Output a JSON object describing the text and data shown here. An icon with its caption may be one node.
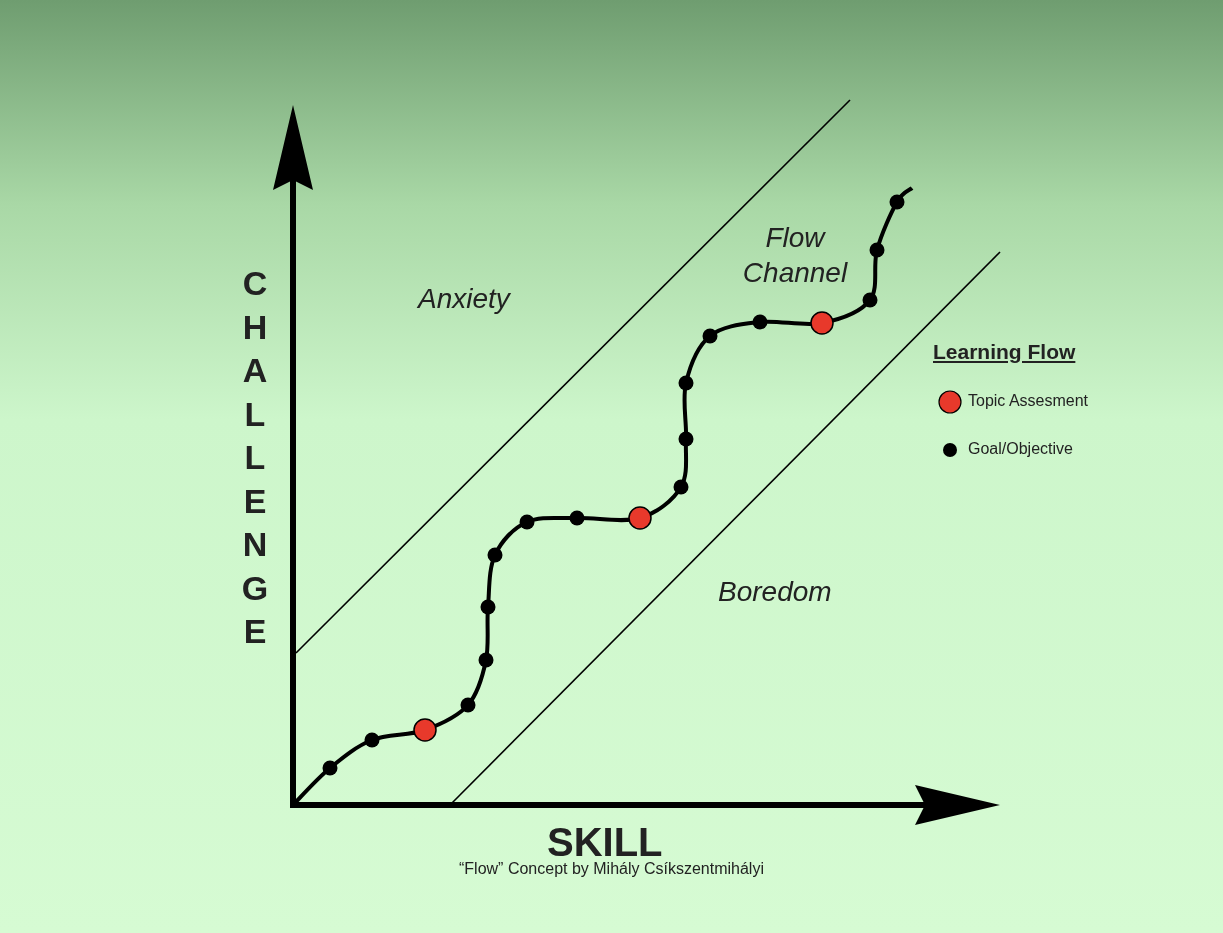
{
  "diagram": {
    "caption": "“Flow” Concept by Mihály Csíkszentmihályi",
    "labels": [
      "CHALLENGE",
      "SKILL",
      "Anxiety",
      "Flow Channel",
      "Boredom",
      "Learning Flow"
    ],
    "legend": [
      {
        "text": "Topic Assesment",
        "color": "#e8392b"
      },
      {
        "text": "Goal/Objective",
        "color": "#000000"
      }
    ]
  }
}
